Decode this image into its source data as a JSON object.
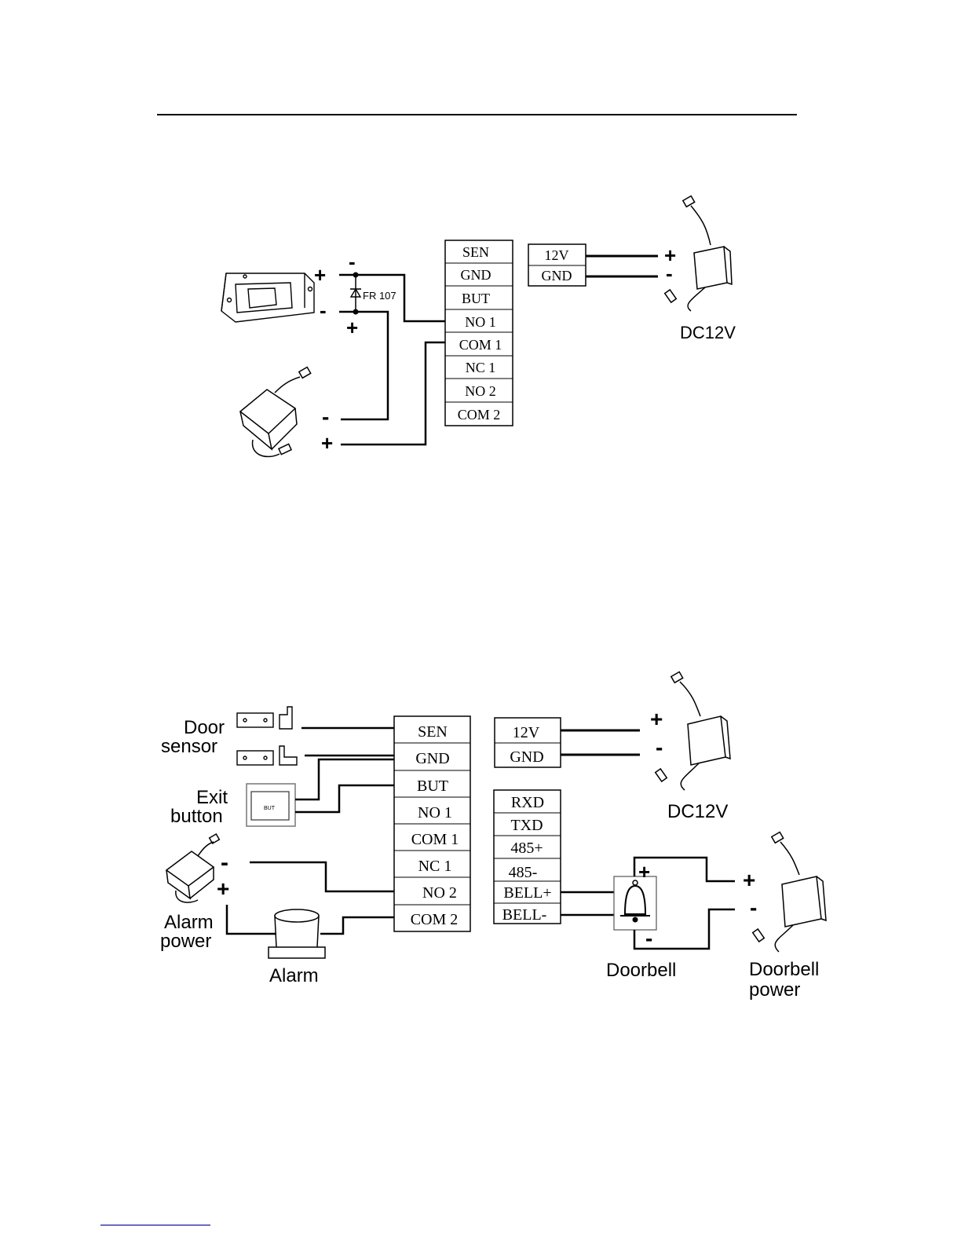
{
  "diagram1": {
    "terminals": [
      "SEN",
      "GND",
      "BUT",
      "NO 1",
      "COM 1",
      "NC 1",
      "NO 2",
      "COM 2"
    ],
    "power_terminals": [
      "12V",
      "GND"
    ],
    "diode_label": "FR 107",
    "power_label": "DC12V",
    "signs": {
      "plus": "+",
      "minus": "-"
    }
  },
  "diagram2": {
    "terminals": [
      "SEN",
      "GND",
      "BUT",
      "NO 1",
      "COM 1",
      "NC 1",
      "NO 2",
      "COM 2"
    ],
    "power_terminals": [
      "12V",
      "GND"
    ],
    "comm_terminals": [
      "RXD",
      "TXD",
      "485+",
      "485-",
      "BELL+",
      "BELL-"
    ],
    "door_sensor_label": [
      "Door",
      "sensor"
    ],
    "exit_button_label": [
      "Exit",
      "button"
    ],
    "exit_button_text": "BUT",
    "alarm_power_label": [
      "Alarm",
      "power"
    ],
    "alarm_label": "Alarm",
    "power_label": "DC12V",
    "doorbell_label": "Doorbell",
    "doorbell_power_label": [
      "Doorbell",
      "power"
    ],
    "signs": {
      "plus": "+",
      "minus": "-"
    }
  }
}
